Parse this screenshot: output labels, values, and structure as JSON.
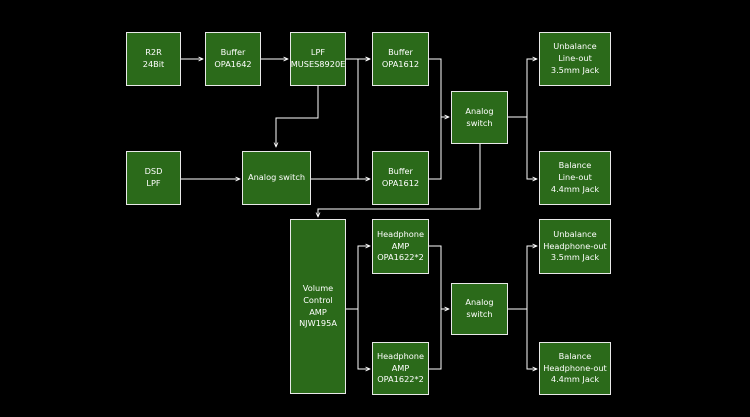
{
  "blocks": {
    "r2r": {
      "lines": [
        "R2R",
        "24Bit"
      ]
    },
    "buf1642": {
      "lines": [
        "Buffer",
        "OPA1642"
      ]
    },
    "lpf": {
      "lines": [
        "LPF",
        "MUSES8920E"
      ]
    },
    "buf1612a": {
      "lines": [
        "Buffer",
        "OPA1612"
      ]
    },
    "sw1": {
      "lines": [
        "Analog",
        "switch"
      ]
    },
    "unbal_line": {
      "lines": [
        "Unbalance",
        "Line-out",
        "3.5mm Jack"
      ]
    },
    "dsd": {
      "lines": [
        "DSD",
        "LPF"
      ]
    },
    "sw_main": {
      "lines": [
        "Analog switch"
      ]
    },
    "buf1612b": {
      "lines": [
        "Buffer",
        "OPA1612"
      ]
    },
    "bal_line": {
      "lines": [
        "Balance",
        "Line-out",
        "4.4mm Jack"
      ]
    },
    "vol": {
      "lines": [
        "Volume",
        "Control",
        "AMP",
        "NJW195A"
      ]
    },
    "hp_top": {
      "lines": [
        "Headphone",
        "AMP",
        "OPA1622*2"
      ]
    },
    "sw2": {
      "lines": [
        "Analog",
        "switch"
      ]
    },
    "unbal_hp": {
      "lines": [
        "Unbalance",
        "Headphone-out",
        "3.5mm Jack"
      ]
    },
    "hp_bot": {
      "lines": [
        "Headphone",
        "AMP",
        "OPA1622*2"
      ]
    },
    "bal_hp": {
      "lines": [
        "Balance",
        "Headphone-out",
        "4.4mm Jack"
      ]
    }
  },
  "colors": {
    "background": "#000000",
    "block_fill": "#2b6a1a",
    "block_border": "#e9e9e9",
    "text": "#ffffff",
    "wire": "#ffffff"
  }
}
